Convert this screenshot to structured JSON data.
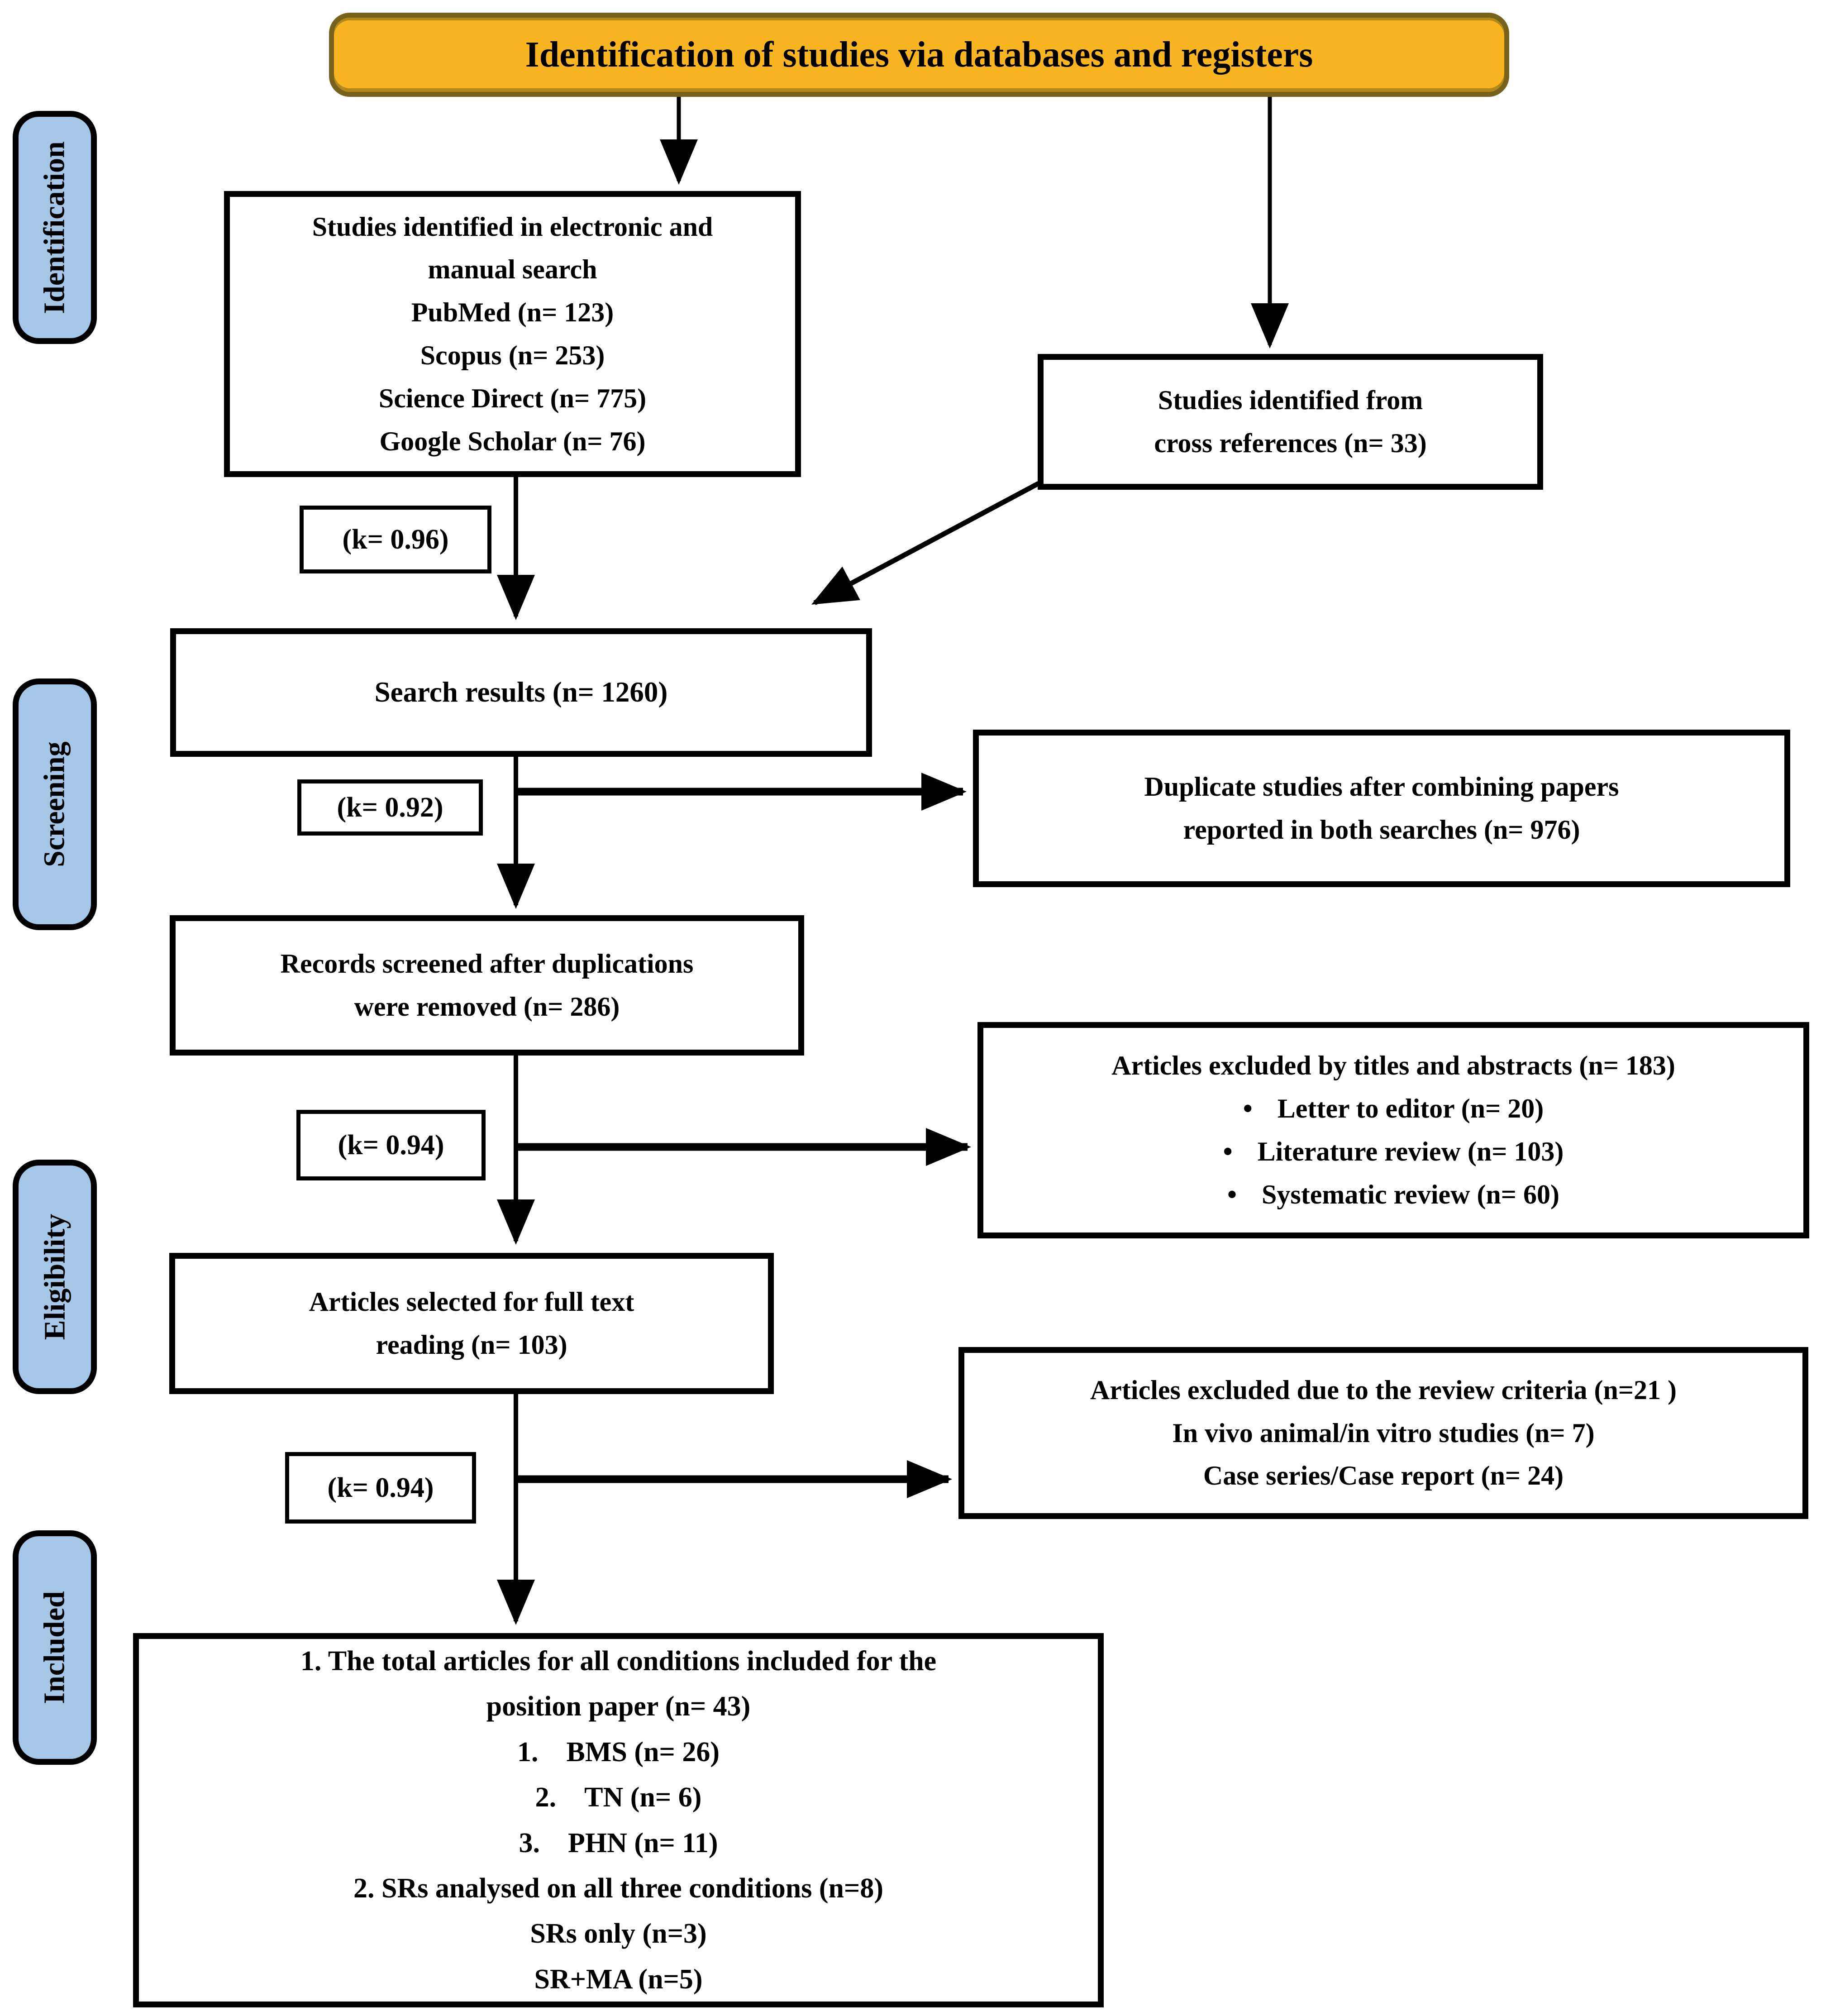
{
  "header": {
    "title": "Identification of studies via databases and registers"
  },
  "colors": {
    "header_bg": "#F8B521",
    "header_border": "#76621B",
    "stage_bg": "#A5C6E6",
    "line": "#000000",
    "box_bg": "#FFFFFF"
  },
  "stages": [
    {
      "label": "Identification"
    },
    {
      "label": "Screening"
    },
    {
      "label": "Eligibility"
    },
    {
      "label": "Included"
    }
  ],
  "kappa_labels": [
    {
      "text": "(k= 0.96)"
    },
    {
      "text": "(k= 0.92)"
    },
    {
      "text": "(k= 0.94)"
    },
    {
      "text": "(k= 0.94)"
    }
  ],
  "boxes": {
    "studies": {
      "lines": [
        "Studies identified in electronic and",
        "manual search",
        "PubMed (n= 123)",
        "Scopus (n= 253)",
        "Science Direct (n= 775)",
        "Google Scholar (n= 76)"
      ]
    },
    "crossref": {
      "lines": [
        "Studies identified from",
        "cross references (n= 33)"
      ]
    },
    "search": {
      "lines": [
        "Search results (n= 1260)"
      ]
    },
    "duplicates": {
      "lines": [
        "Duplicate studies after combining papers",
        "reported in both searches (n= 976)"
      ]
    },
    "records": {
      "lines": [
        "Records screened after duplications",
        "were removed (n= 286)"
      ]
    },
    "excluded_titles": {
      "heading": "Articles excluded by titles and abstracts (n= 183)",
      "bullet_glyph": "•",
      "bullets": [
        "Letter to editor (n= 20)",
        "Literature review (n= 103)",
        "Systematic review (n= 60)"
      ]
    },
    "selected": {
      "lines": [
        "Articles selected for full text",
        "reading (n= 103)"
      ]
    },
    "excluded_criteria": {
      "lines": [
        "Articles excluded due to the review criteria (n=21 )",
        "In vivo animal/in vitro studies (n= 7)",
        "Case series/Case report (n= 24)"
      ]
    },
    "included": {
      "lines": [
        "1. The total articles for all conditions included for the",
        "position paper (n= 43)",
        "1.    BMS (n= 26)",
        "2.    TN (n= 6)",
        "3.    PHN (n= 11)",
        "2. SRs analysed on all three conditions (n=8)",
        "SRs only (n=3)",
        "SR+MA (n=5)"
      ]
    }
  }
}
